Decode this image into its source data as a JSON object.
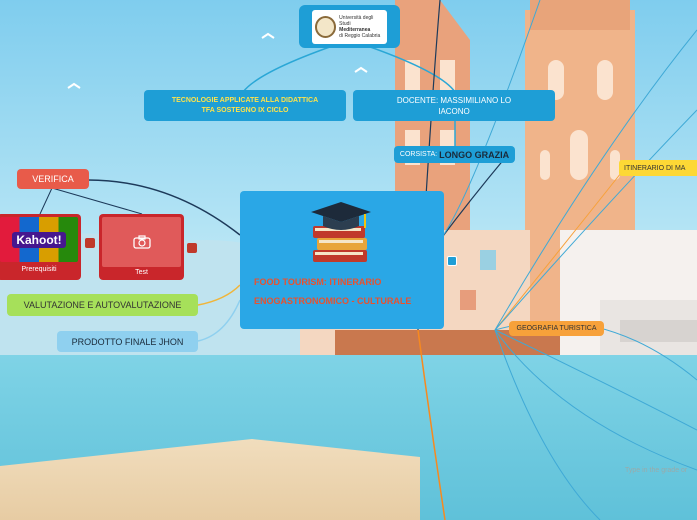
{
  "logo": {
    "line1": "Università degli Studi",
    "line2": "Mediterranea",
    "line3": "di Reggio Calabria"
  },
  "nodes": {
    "tecnologie": "TECNOLOGIE APPLICATE ALLA DIDATTICA TFA SOSTEGNO IX CICLO",
    "docente": "DOCENTE: MASSIMILIANO LO IACONO",
    "corsista_label": "CORSISTA:",
    "corsista_name": "LONGO GRAZIA",
    "verifica": "VERIFICA",
    "kahoot_brand": "Kahoot!",
    "kahoot_caption": "Prerequisiti",
    "test_caption": "Test",
    "valutazione": "VALUTAZIONE E AUTOVALUTAZIONE",
    "prodotto": "PRODOTTO FINALE JHON",
    "central_title": "FOOD TOURISM: ITINERARIO ENOGASTRONOMICO - CULTURALE",
    "itinerario": "ITINERARIO DI MA",
    "geografia": "GEOGRAFIA TURISTICA",
    "placeholder": "Type in the grade or"
  },
  "colors": {
    "central_bg": "#2aa7e6",
    "central_text": "#e8522f",
    "verifica_bg": "#e85b4a",
    "valutazione_bg": "#a6e05a",
    "prodotto_bg": "#8fd0ef",
    "docente_bg": "#1e9ed6",
    "yellow_tag": "#fdd835",
    "orange_tag": "#f7a13a"
  }
}
